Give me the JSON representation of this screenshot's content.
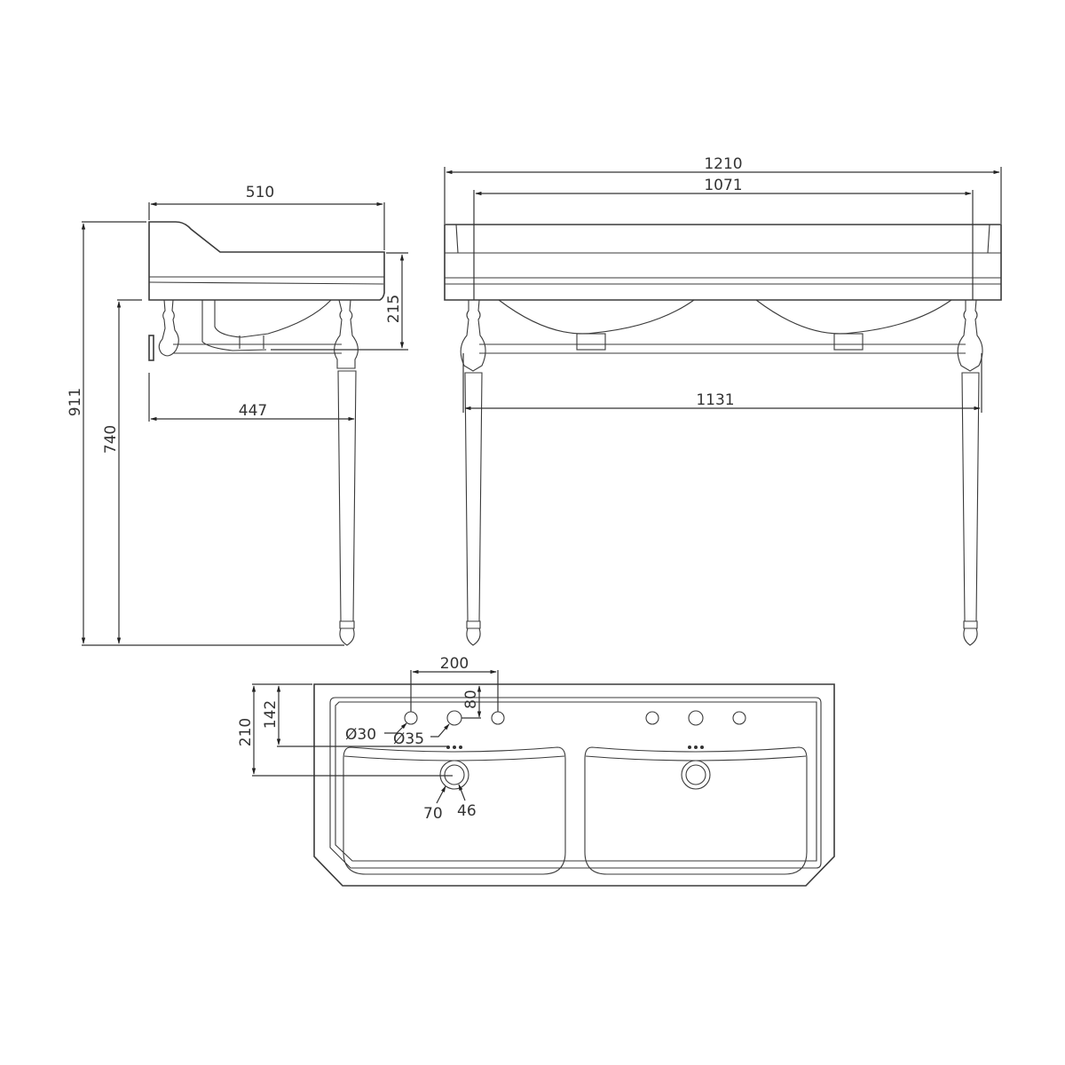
{
  "drawing": {
    "title": "Double basin washstand technical drawing",
    "units": "mm",
    "stroke_color": "#3a3a3a",
    "side_view": {
      "labels": {
        "overall_height": "911",
        "basin_height": "740",
        "depth": "510",
        "basin_depth": "215",
        "leg_depth": "447"
      }
    },
    "front_view": {
      "labels": {
        "overall_width": "1210",
        "inner_width": "1071",
        "leg_width": "1131"
      }
    },
    "top_view": {
      "labels": {
        "tap_spacing": "200",
        "tap_offset": "80",
        "edge_to_tap": "142",
        "edge_to_waste": "210",
        "hole_small": "Ø30",
        "hole_large": "Ø35",
        "waste_outer": "70",
        "waste_inner": "46"
      }
    }
  }
}
